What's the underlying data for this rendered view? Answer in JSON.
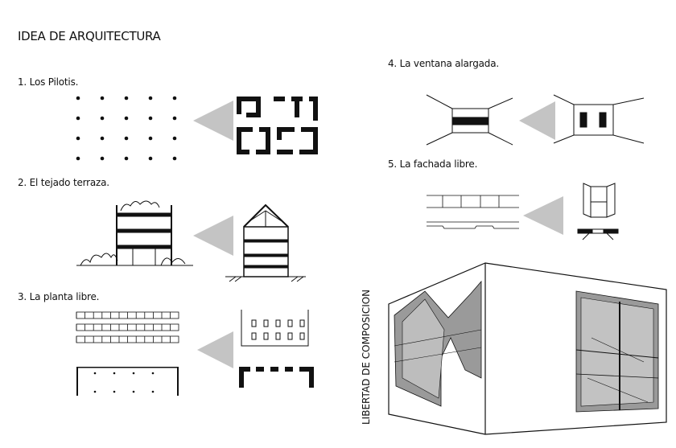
{
  "title": "IDEA DE ARQUITECTURA",
  "points": [
    {
      "label": "1. Los Pilotis."
    },
    {
      "label": "2. El tejado  terraza."
    },
    {
      "label": "3. La planta libre."
    },
    {
      "label": "4. La ventana alargada."
    },
    {
      "label": "5. La fachada libre."
    }
  ],
  "composition_label": "LIBERTAD DE COMPOSICION",
  "colors": {
    "arrow": "#c4c4c4",
    "ink": "#111111",
    "shade": "#9a9a9a"
  }
}
